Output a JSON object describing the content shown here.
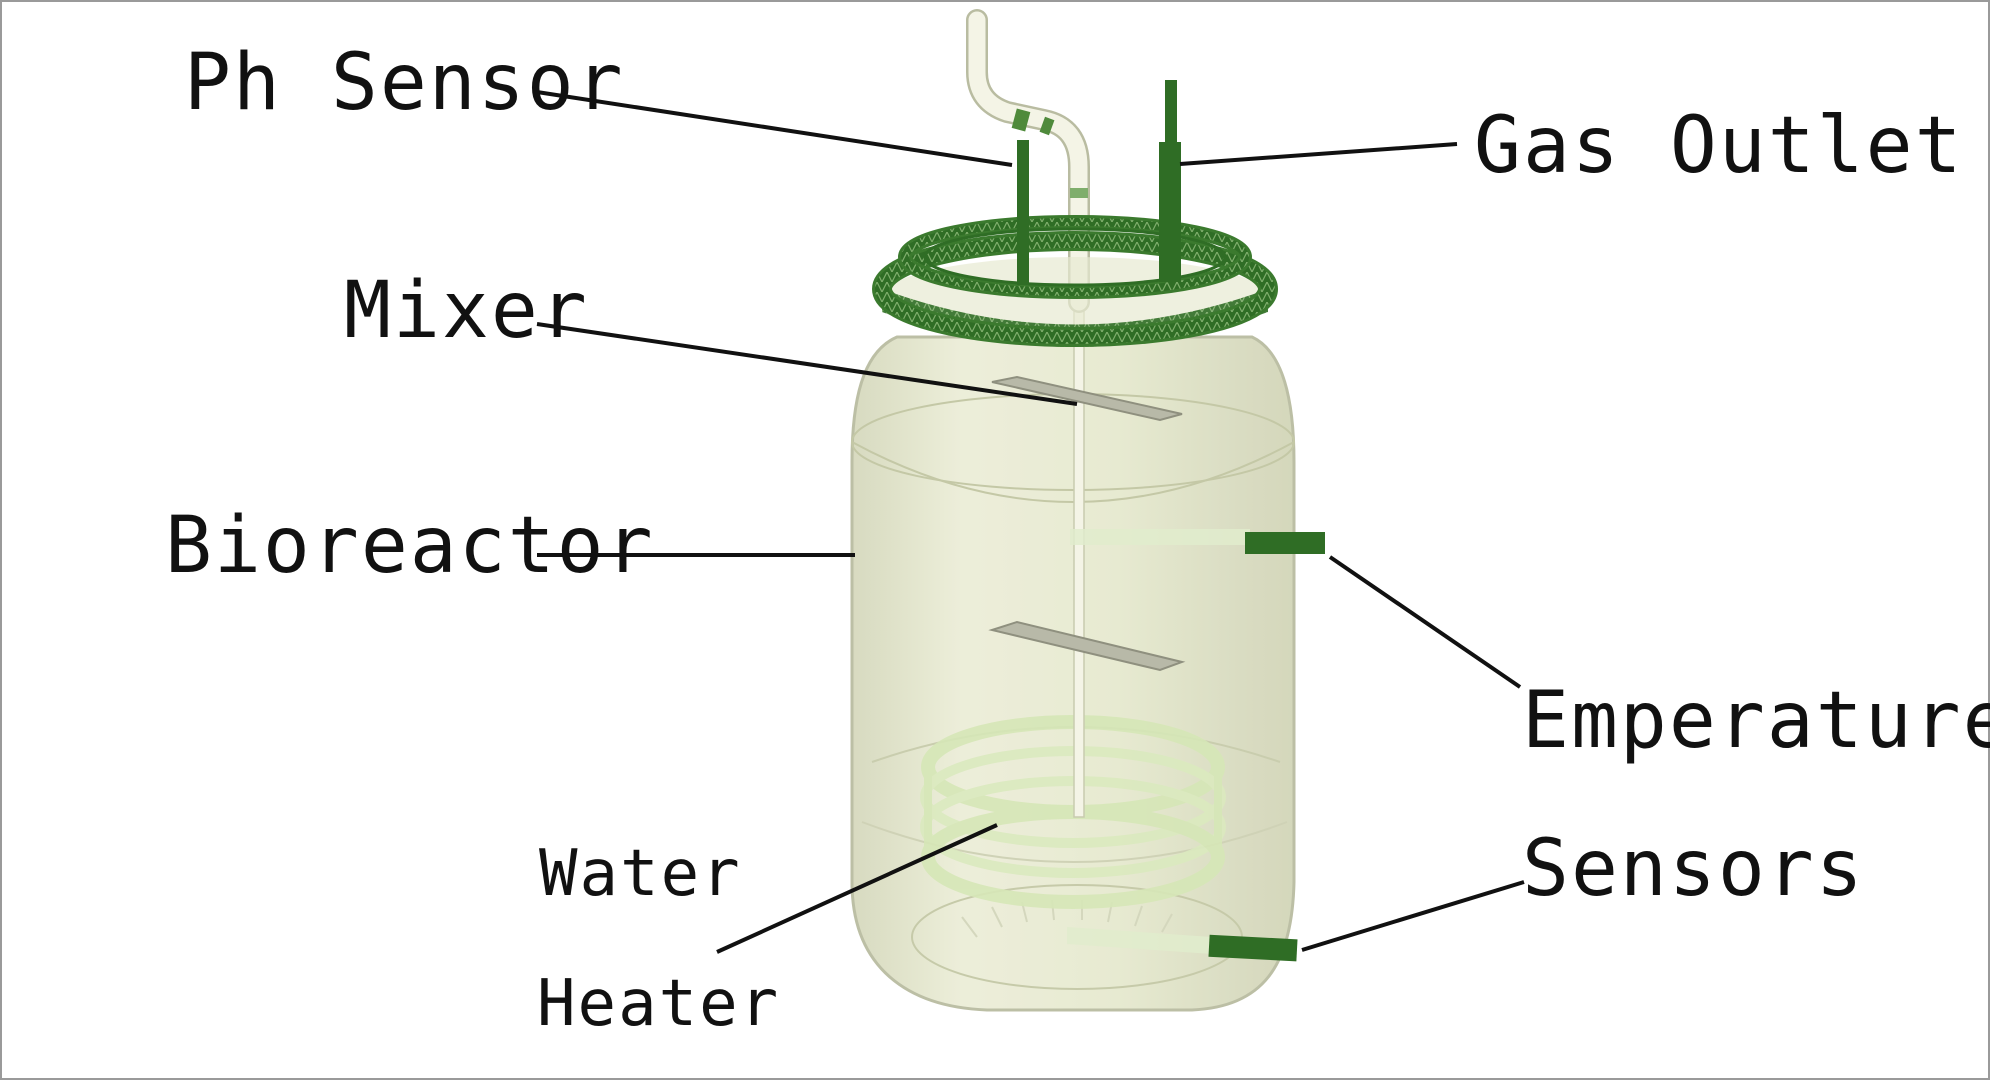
{
  "labels": {
    "ph_sensor": "Ph Sensor",
    "gas_outlet": "Gas Outlet",
    "mixer": "Mixer",
    "bioreactor": "Bioreactor",
    "emperaturer": "Emperaturer",
    "sensors": "Sensors",
    "water": "Water",
    "heater": "Heater"
  },
  "colors": {
    "jar_fill": "#e9ebd2",
    "jar_edge": "#b9bca1",
    "probe_green": "#2f6d25",
    "lid_green": "#3b7a2e",
    "heater_green": "#d6e7b7",
    "shaft": "#f4f4e6"
  }
}
